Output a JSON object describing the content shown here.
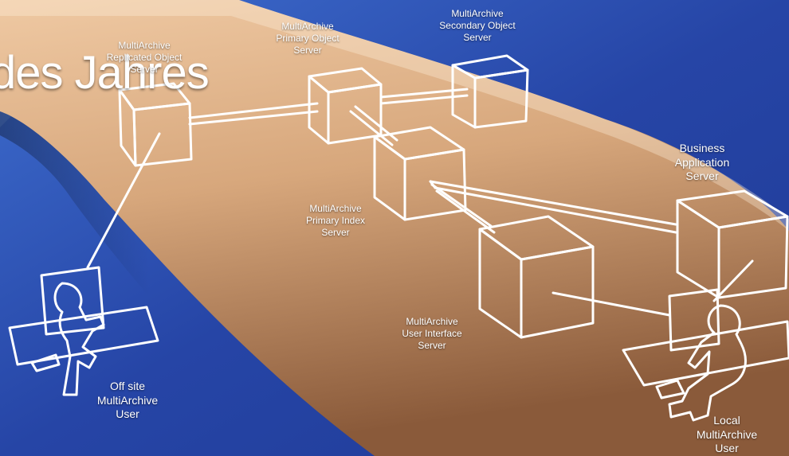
{
  "title_fragment": "des Jahres",
  "nodes": {
    "replicated_object_server": "MultiArchive\nReplicated Object\nServer",
    "primary_object_server": "MultiArchive\nPrimary  Object\nServer",
    "secondary_object_server": "MultiArchive\nSecondary  Object\nServer",
    "primary_index_server": "MultiArchive\nPrimary Index\nServer",
    "user_interface_server": "MultiArchive\nUser Interface\nServer",
    "business_application_server": "Business\nApplication\nServer",
    "offsite_user": "Off site\nMultiArchive\nUser",
    "local_user": "Local\nMultiArchive\nUser"
  },
  "colors": {
    "sky": "#2a4aa8",
    "arm": "#d9ae86",
    "line": "#ffffff"
  }
}
